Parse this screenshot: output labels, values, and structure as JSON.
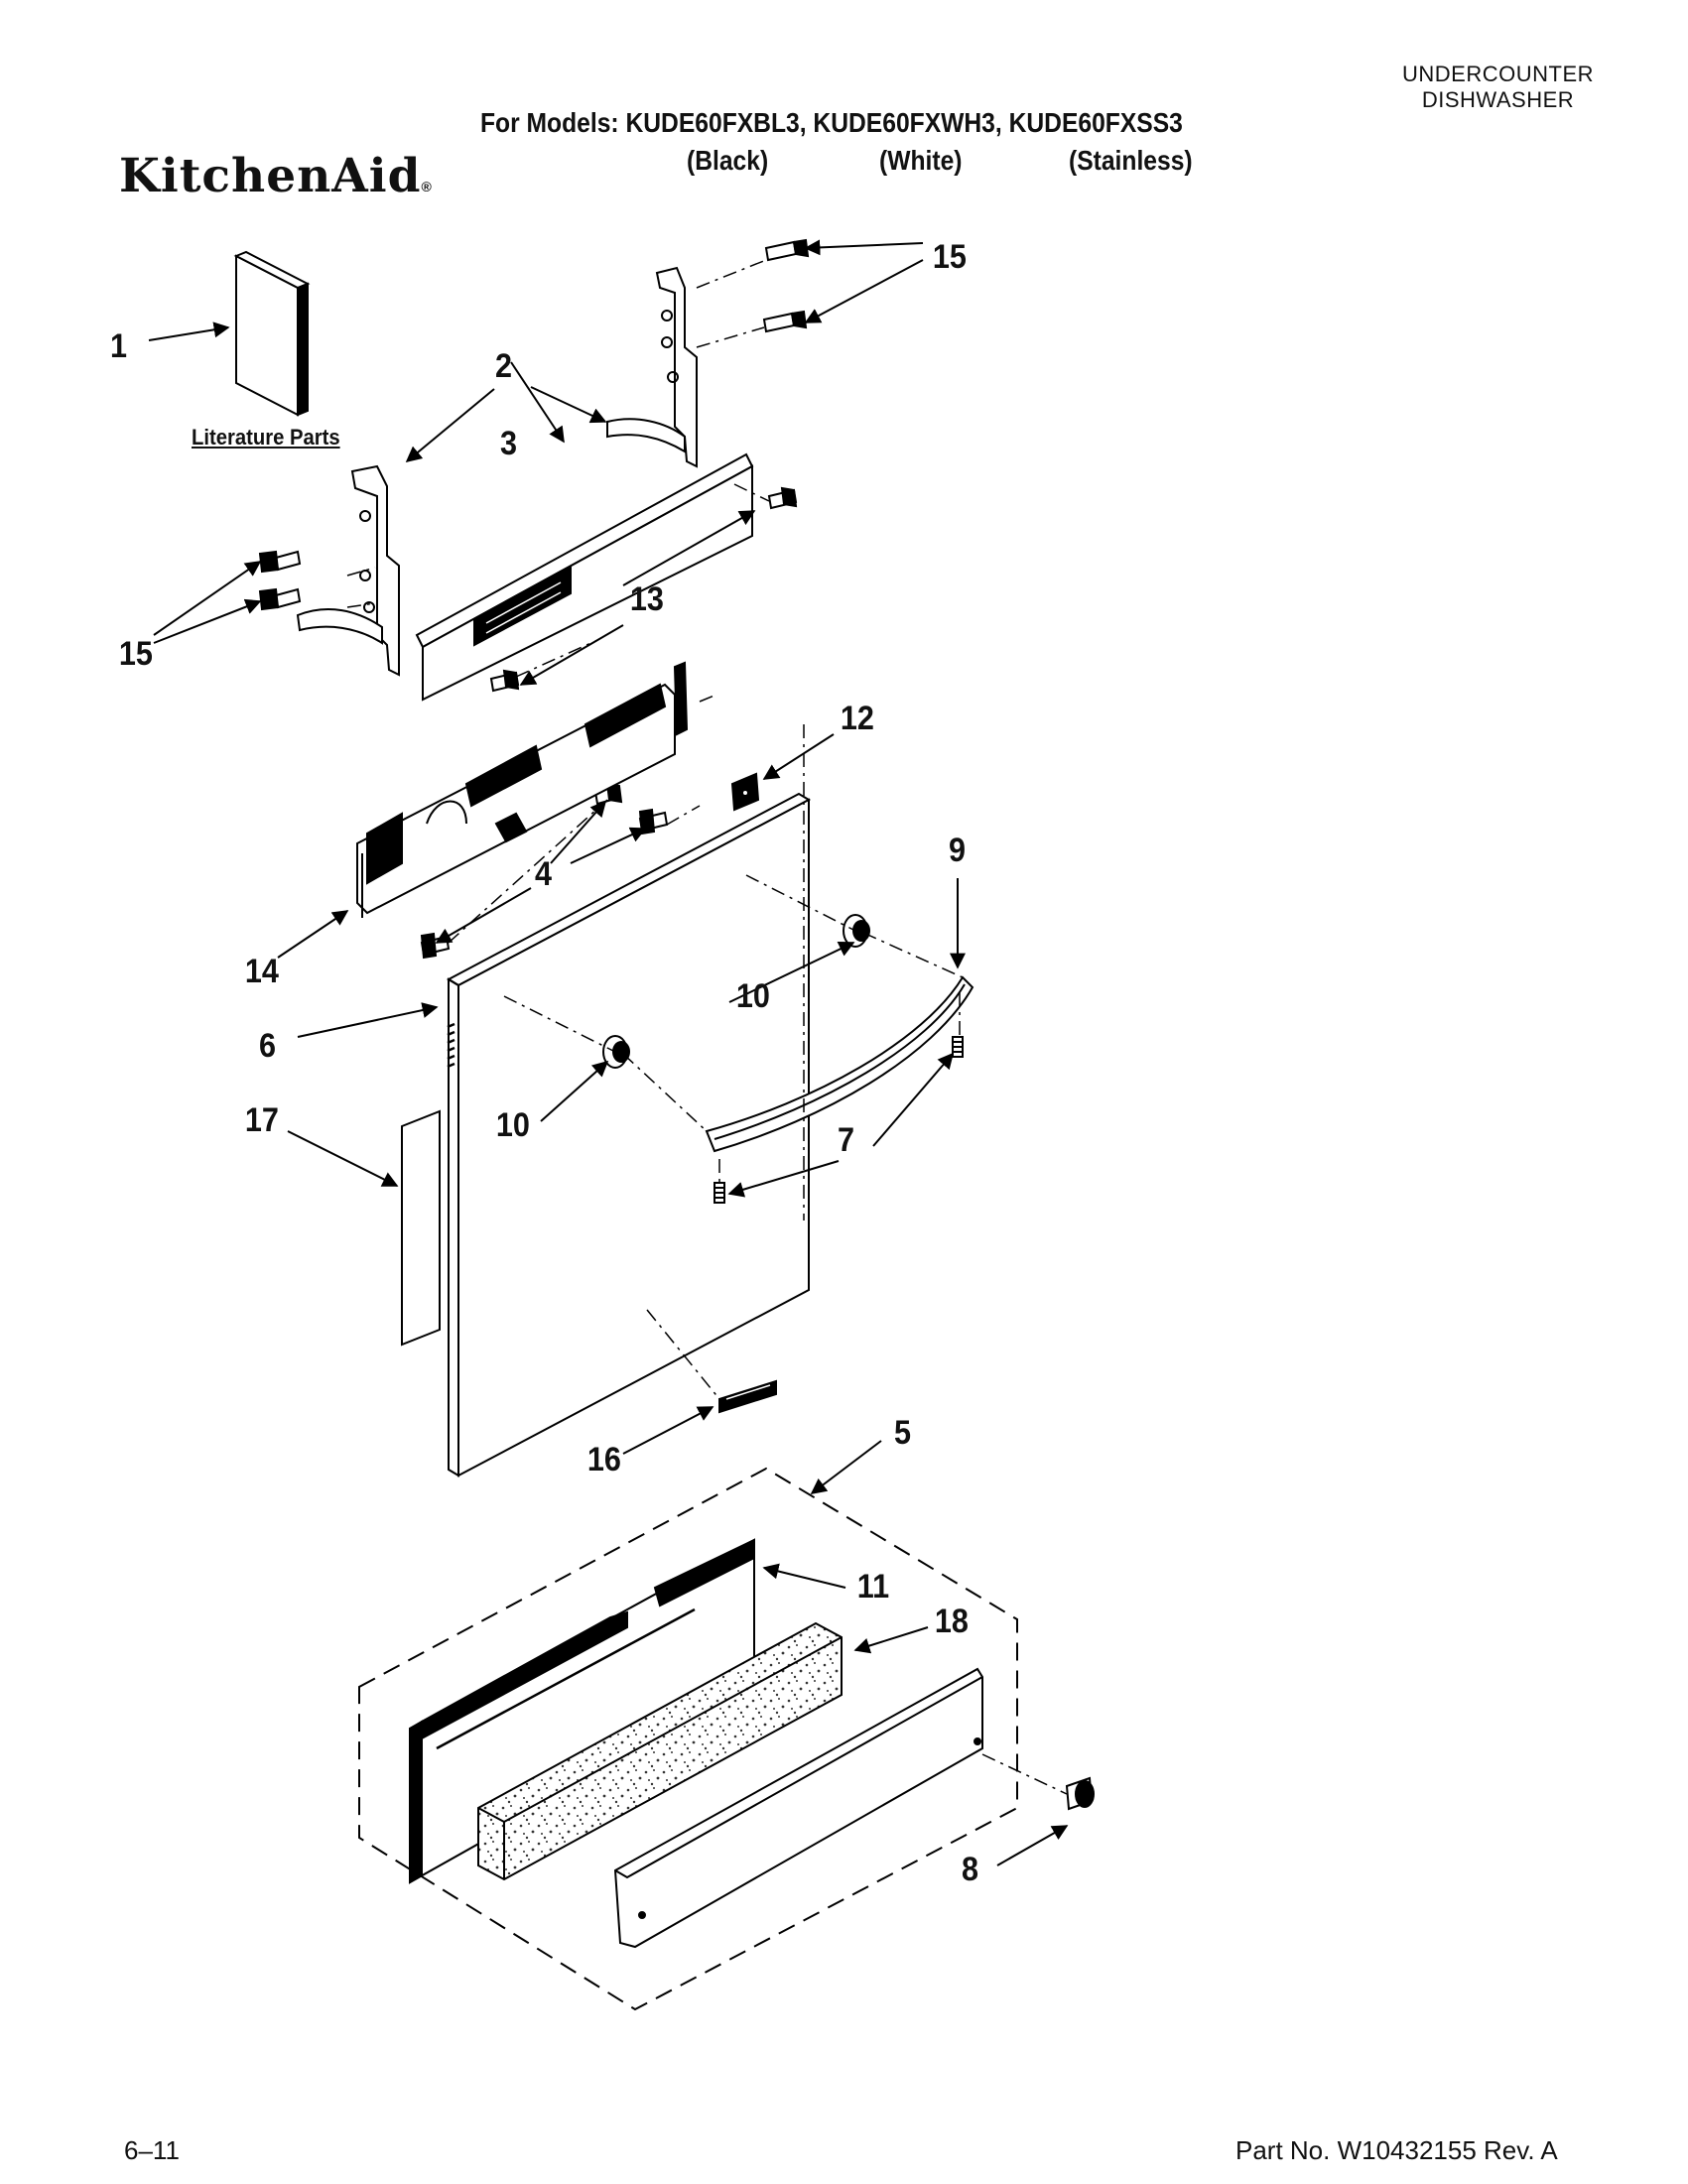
{
  "header": {
    "doc_type_line1": "UNDERCOUNTER",
    "doc_type_line2": "DISHWASHER",
    "models_label": "For Models: KUDE60FXBL3, KUDE60FXWH3, KUDE60FXSS3",
    "variants": [
      "(Black)",
      "(White)",
      "(Stainless)"
    ],
    "brand": "KitchenAid",
    "brand_mark": "®"
  },
  "diagram": {
    "literature_label": "Literature Parts",
    "callouts": [
      "1",
      "2",
      "3",
      "15",
      "15",
      "13",
      "12",
      "4",
      "9",
      "14",
      "6",
      "10",
      "10",
      "17",
      "7",
      "16",
      "5",
      "11",
      "18",
      "8"
    ]
  },
  "footer": {
    "page": "6–11",
    "part_number": "Part No. W10432155 Rev. A"
  }
}
